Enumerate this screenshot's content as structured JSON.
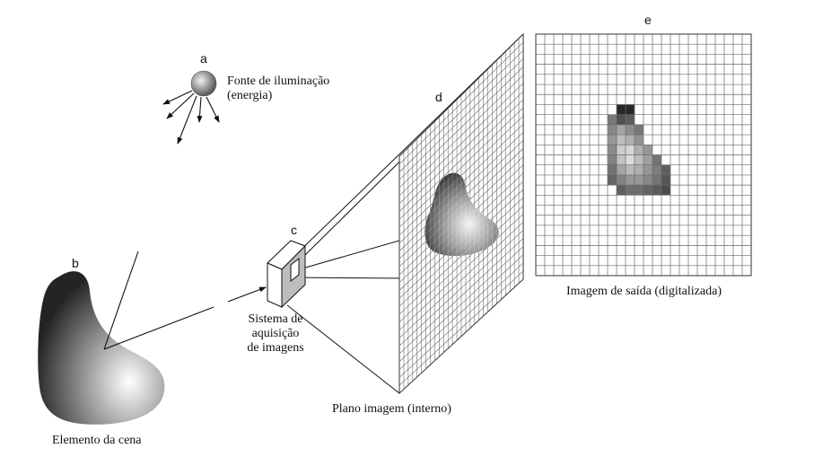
{
  "letters": {
    "a": "a",
    "b": "b",
    "c": "c",
    "d": "d",
    "e": "e"
  },
  "labels": {
    "illumination_line1": "Fonte de iluminação",
    "illumination_line2": "(energia)",
    "scene_element": "Elemento da cena",
    "acquisition_line1": "Sistema de",
    "acquisition_line2": "aquisição",
    "acquisition_line3": "de imagens",
    "image_plane": "Plano imagem (interno)",
    "output_image": "Imagem de saída (digitalizada)"
  },
  "colors": {
    "ink": "#111111",
    "grid": "#777777",
    "background": "#ffffff"
  },
  "digital_image": {
    "grid_size": 24,
    "pixels": [
      {
        "c": 9,
        "r": 7,
        "g": 40
      },
      {
        "c": 10,
        "r": 7,
        "g": 40
      },
      {
        "c": 8,
        "r": 8,
        "g": 120
      },
      {
        "c": 9,
        "r": 8,
        "g": 80
      },
      {
        "c": 10,
        "r": 8,
        "g": 90
      },
      {
        "c": 8,
        "r": 9,
        "g": 135
      },
      {
        "c": 9,
        "r": 9,
        "g": 165
      },
      {
        "c": 10,
        "r": 9,
        "g": 140
      },
      {
        "c": 11,
        "r": 9,
        "g": 120
      },
      {
        "c": 8,
        "r": 10,
        "g": 150
      },
      {
        "c": 9,
        "r": 10,
        "g": 190
      },
      {
        "c": 10,
        "r": 10,
        "g": 175
      },
      {
        "c": 11,
        "r": 10,
        "g": 145
      },
      {
        "c": 8,
        "r": 11,
        "g": 140
      },
      {
        "c": 9,
        "r": 11,
        "g": 205
      },
      {
        "c": 10,
        "r": 11,
        "g": 215
      },
      {
        "c": 11,
        "r": 11,
        "g": 175
      },
      {
        "c": 12,
        "r": 11,
        "g": 150
      },
      {
        "c": 8,
        "r": 12,
        "g": 130
      },
      {
        "c": 9,
        "r": 12,
        "g": 195
      },
      {
        "c": 10,
        "r": 12,
        "g": 220
      },
      {
        "c": 11,
        "r": 12,
        "g": 190
      },
      {
        "c": 12,
        "r": 12,
        "g": 160
      },
      {
        "c": 13,
        "r": 12,
        "g": 115
      },
      {
        "c": 8,
        "r": 13,
        "g": 115
      },
      {
        "c": 9,
        "r": 13,
        "g": 165
      },
      {
        "c": 10,
        "r": 13,
        "g": 185
      },
      {
        "c": 11,
        "r": 13,
        "g": 175
      },
      {
        "c": 12,
        "r": 13,
        "g": 150
      },
      {
        "c": 13,
        "r": 13,
        "g": 125
      },
      {
        "c": 14,
        "r": 13,
        "g": 95
      },
      {
        "c": 8,
        "r": 14,
        "g": 100
      },
      {
        "c": 9,
        "r": 14,
        "g": 130
      },
      {
        "c": 10,
        "r": 14,
        "g": 150
      },
      {
        "c": 11,
        "r": 14,
        "g": 150
      },
      {
        "c": 12,
        "r": 14,
        "g": 135
      },
      {
        "c": 13,
        "r": 14,
        "g": 115
      },
      {
        "c": 14,
        "r": 14,
        "g": 85
      },
      {
        "c": 9,
        "r": 15,
        "g": 95
      },
      {
        "c": 10,
        "r": 15,
        "g": 110
      },
      {
        "c": 11,
        "r": 15,
        "g": 110
      },
      {
        "c": 12,
        "r": 15,
        "g": 100
      },
      {
        "c": 13,
        "r": 15,
        "g": 90
      },
      {
        "c": 14,
        "r": 15,
        "g": 75
      }
    ]
  }
}
